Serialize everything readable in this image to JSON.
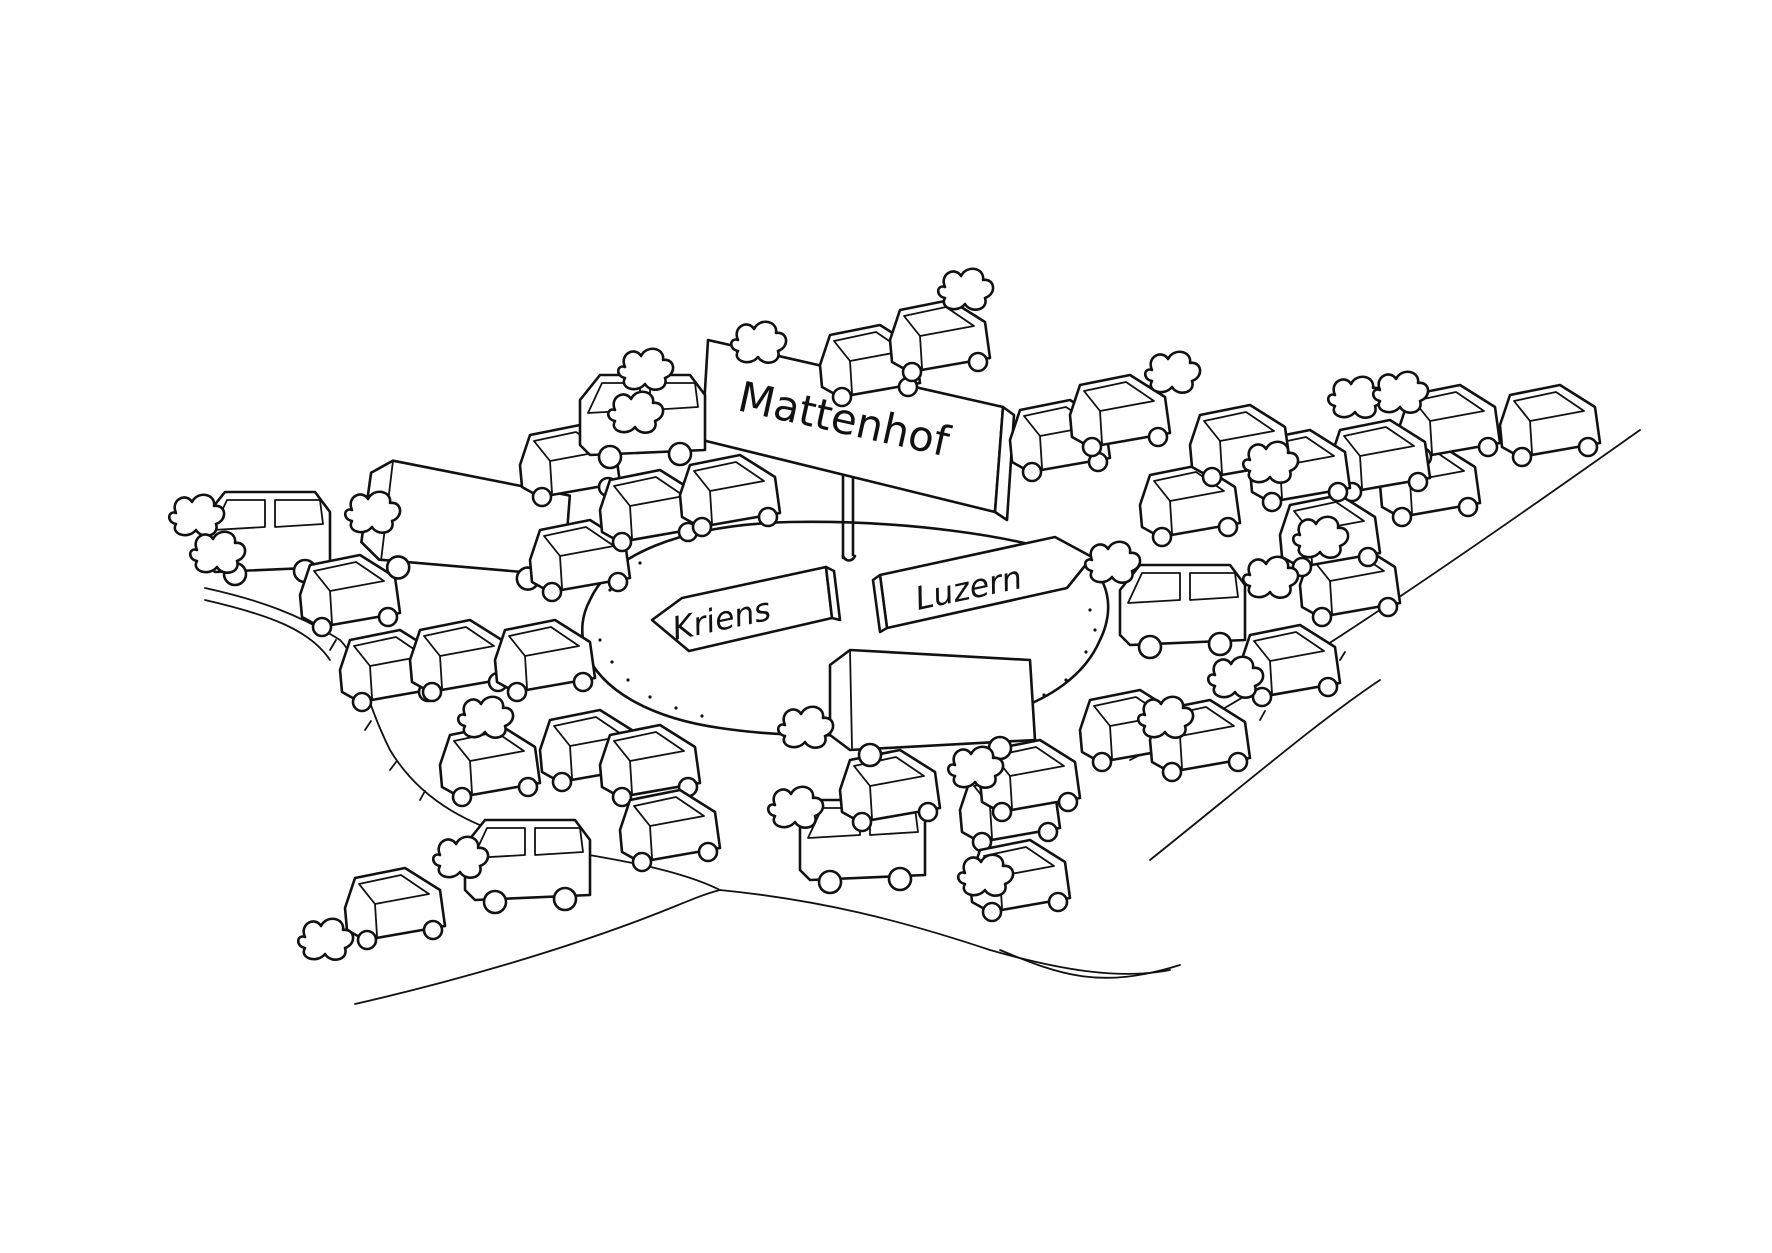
{
  "signs": {
    "main": "Mattenhof",
    "left": "Kriens",
    "right": "Luzern"
  },
  "palette": {
    "ink": "#111111",
    "paper": "#ffffff"
  }
}
